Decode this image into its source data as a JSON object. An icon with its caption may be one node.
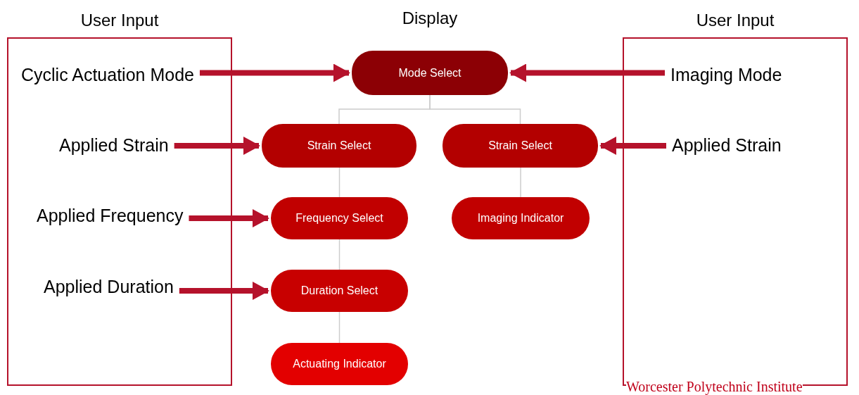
{
  "diagram": {
    "title": "Display",
    "nodes": [
      {
        "text": [
          "User Input"
        ]
      },
      {
        "text": [
          "Cyclic Actuation Mode"
        ],
        "in": 0
      },
      {
        "text": [
          "Applied Strain"
        ],
        "in": 0
      },
      {
        "text": [
          "Applied Frequency"
        ],
        "in": 0
      },
      {
        "text": [
          "Applied Duration"
        ],
        "in": 0
      },
      {
        "text": [
          "User Input"
        ]
      },
      {
        "text": [
          "Imaging Mode"
        ],
        "in": 5
      },
      {
        "text": [
          "Applied Strain"
        ],
        "in": 5
      },
      {
        "text": [
          "Mode Select"
        ]
      },
      {
        "text": [
          "Strain Select"
        ]
      },
      {
        "text": [
          "Strain Select"
        ]
      },
      {
        "text": [
          "Frequency Select"
        ]
      },
      {
        "text": [
          "Imaging Indicator"
        ]
      },
      {
        "text": [
          "Duration Select"
        ]
      },
      {
        "text": [
          "Actuating Indicator"
        ]
      }
    ],
    "edges": [
      {
        "from": 1,
        "to": 8,
        "arrow": "to",
        "style": "thick"
      },
      {
        "from": 6,
        "to": 8,
        "arrow": "to",
        "style": "thick"
      },
      {
        "from": 2,
        "to": 9,
        "arrow": "to",
        "style": "thick"
      },
      {
        "from": 7,
        "to": 10,
        "arrow": "to",
        "style": "thick"
      },
      {
        "from": 3,
        "to": 11,
        "arrow": "to",
        "style": "thick"
      },
      {
        "from": 4,
        "to": 13,
        "arrow": "to",
        "style": "thick"
      },
      {
        "from": 8,
        "to": 9,
        "arrow": "none",
        "color": "#cccccc"
      },
      {
        "from": 8,
        "to": 10,
        "arrow": "none",
        "color": "#cccccc"
      },
      {
        "from": 9,
        "to": 11,
        "arrow": "none",
        "color": "#cccccc"
      },
      {
        "from": 10,
        "to": 12,
        "arrow": "none",
        "color": "#cccccc"
      },
      {
        "from": 11,
        "to": 13,
        "arrow": "none",
        "color": "#cccccc"
      },
      {
        "from": 13,
        "to": 14,
        "arrow": "none",
        "color": "#cccccc"
      }
    ],
    "labels": [
      "Worcester Polytechnic Institute"
    ]
  }
}
